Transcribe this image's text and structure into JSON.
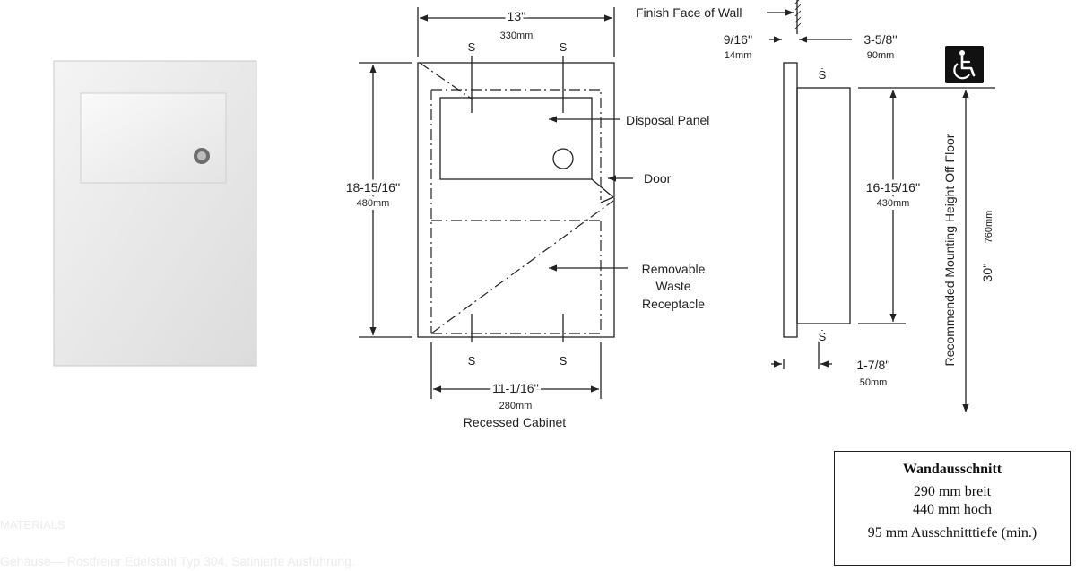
{
  "diagram": {
    "finish_face_label": "Finish Face of Wall",
    "front_view": {
      "width_in": "13''",
      "width_mm": "330mm",
      "height_in": "18-15/16''",
      "height_mm": "480mm",
      "inner_width_in": "11-1/16''",
      "inner_width_mm": "280mm",
      "caption": "Recessed Cabinet",
      "callouts": {
        "disposal_panel": "Disposal Panel",
        "door": "Door",
        "receptacle_1": "Removable",
        "receptacle_2": "Waste",
        "receptacle_3": "Receptacle"
      },
      "s_mark": "S"
    },
    "side_view": {
      "flange_in": "9/16''",
      "flange_mm": "14mm",
      "depth_in": "3-5/8''",
      "depth_mm": "90mm",
      "rough_height_in": "16-15/16''",
      "rough_height_mm": "430mm",
      "bottom_in": "1-7/8''",
      "bottom_mm": "50mm",
      "s_mark": "S"
    },
    "mounting": {
      "label": "Recommended Mounting Height Off Floor",
      "height_in": "30''",
      "height_mm": "760mm",
      "accessibility_icon": "wheelchair-icon"
    }
  },
  "wall_cutout": {
    "title": "Wandausschnitt",
    "line1": "290 mm breit",
    "line2": "440 mm hoch",
    "line3": "95 mm Ausschnitttiefe (min.)"
  },
  "faded_text": {
    "line1": "MATERIALS",
    "line2": "Gehäuse— Rostfreier Edelstahl Typ 304, Satinierte Ausführung."
  },
  "colors": {
    "line": "#222222",
    "panel_fill": "#ebebeb",
    "icon_bg": "#111111"
  }
}
